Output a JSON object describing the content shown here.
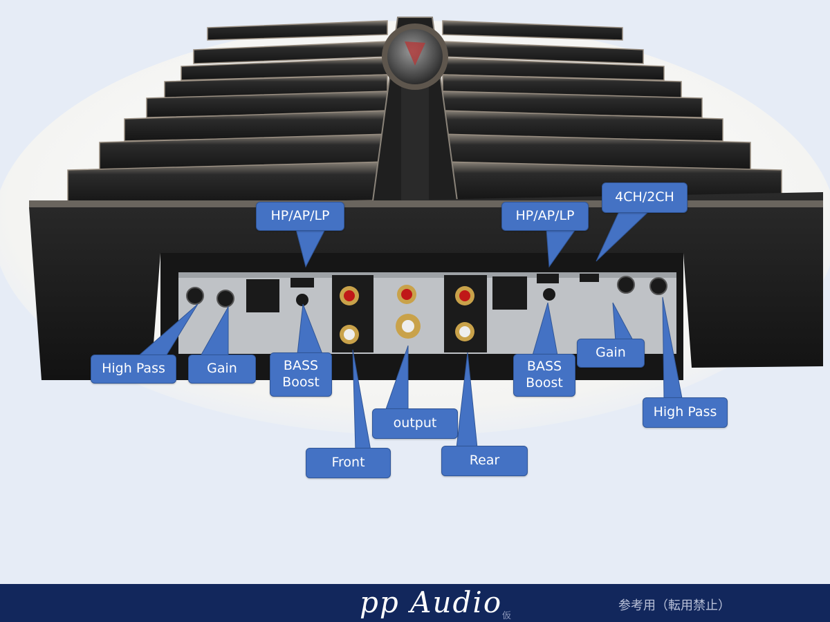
{
  "callouts": {
    "hp_ap_lp_front": "HP/AP/LP",
    "hp_ap_lp_rear": "HP/AP/LP",
    "four_ch_two_ch": "4CH/2CH",
    "high_pass_front": "High Pass",
    "gain_front": "Gain",
    "bass_boost_front": "BASS\nBoost",
    "output": "output",
    "front": "Front",
    "rear": "Rear",
    "bass_boost_rear": "BASS\nBoost",
    "gain_rear": "Gain",
    "high_pass_rear": "High Pass"
  },
  "footer": {
    "brand": "pp Audio",
    "brand_sub": "仮",
    "notice": "参考用（転用禁止）"
  },
  "colors": {
    "callout_fill": "#4472c4",
    "footer_bg": "#12275c",
    "page_bg": "#e6ecf6"
  }
}
